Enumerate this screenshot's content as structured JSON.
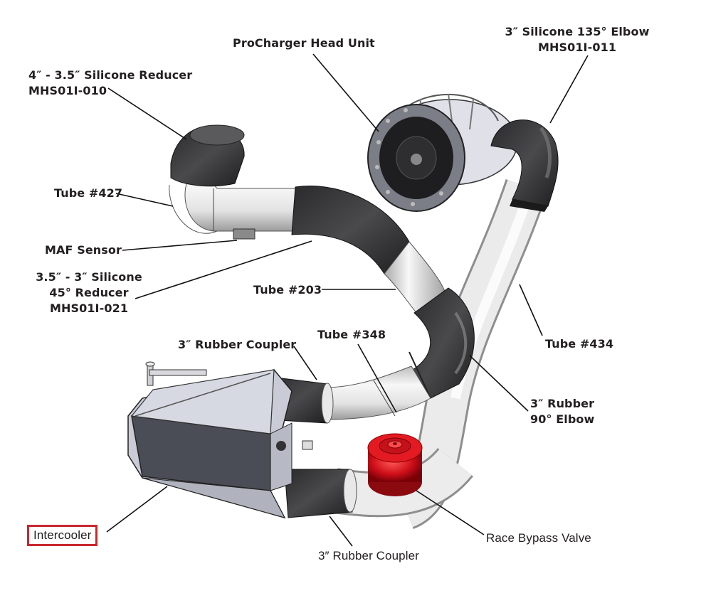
{
  "diagram": {
    "title": "ProCharger intercooled tube routing",
    "labels": {
      "head_unit": [
        "ProCharger Head Unit"
      ],
      "elbow_135": [
        "3″ Silicone 135° Elbow",
        "MHS01I-011"
      ],
      "reducer_4_35": [
        "4″ - 3.5″ Silicone Reducer",
        "MHS01I-010"
      ],
      "tube_427": [
        "Tube #427"
      ],
      "maf_sensor": [
        "MAF Sensor"
      ],
      "reducer_45": [
        "3.5″ - 3″ Silicone",
        "45° Reducer",
        "MHS01I-021"
      ],
      "tube_203": [
        "Tube #203"
      ],
      "tube_348": [
        "Tube #348"
      ],
      "tube_434": [
        "Tube #434"
      ],
      "rubber_coupler_top": [
        "3″ Rubber Coupler"
      ],
      "rubber_elbow_90": [
        "3″ Rubber",
        "90° Elbow"
      ],
      "intercooler": [
        "Intercooler"
      ],
      "rubber_coupler_bottom": [
        "3″ Rubber Coupler"
      ],
      "bypass_valve": [
        "Race Bypass Valve"
      ]
    },
    "colors": {
      "text": "#231f20",
      "highlight_box": "#c8282d",
      "silicone": "#3a3a3c",
      "tube": "#e6e6e6",
      "valve": "#d0101a",
      "intercooler_dark": "#4a4d55",
      "intercooler_light": "#c9ccd6"
    }
  }
}
